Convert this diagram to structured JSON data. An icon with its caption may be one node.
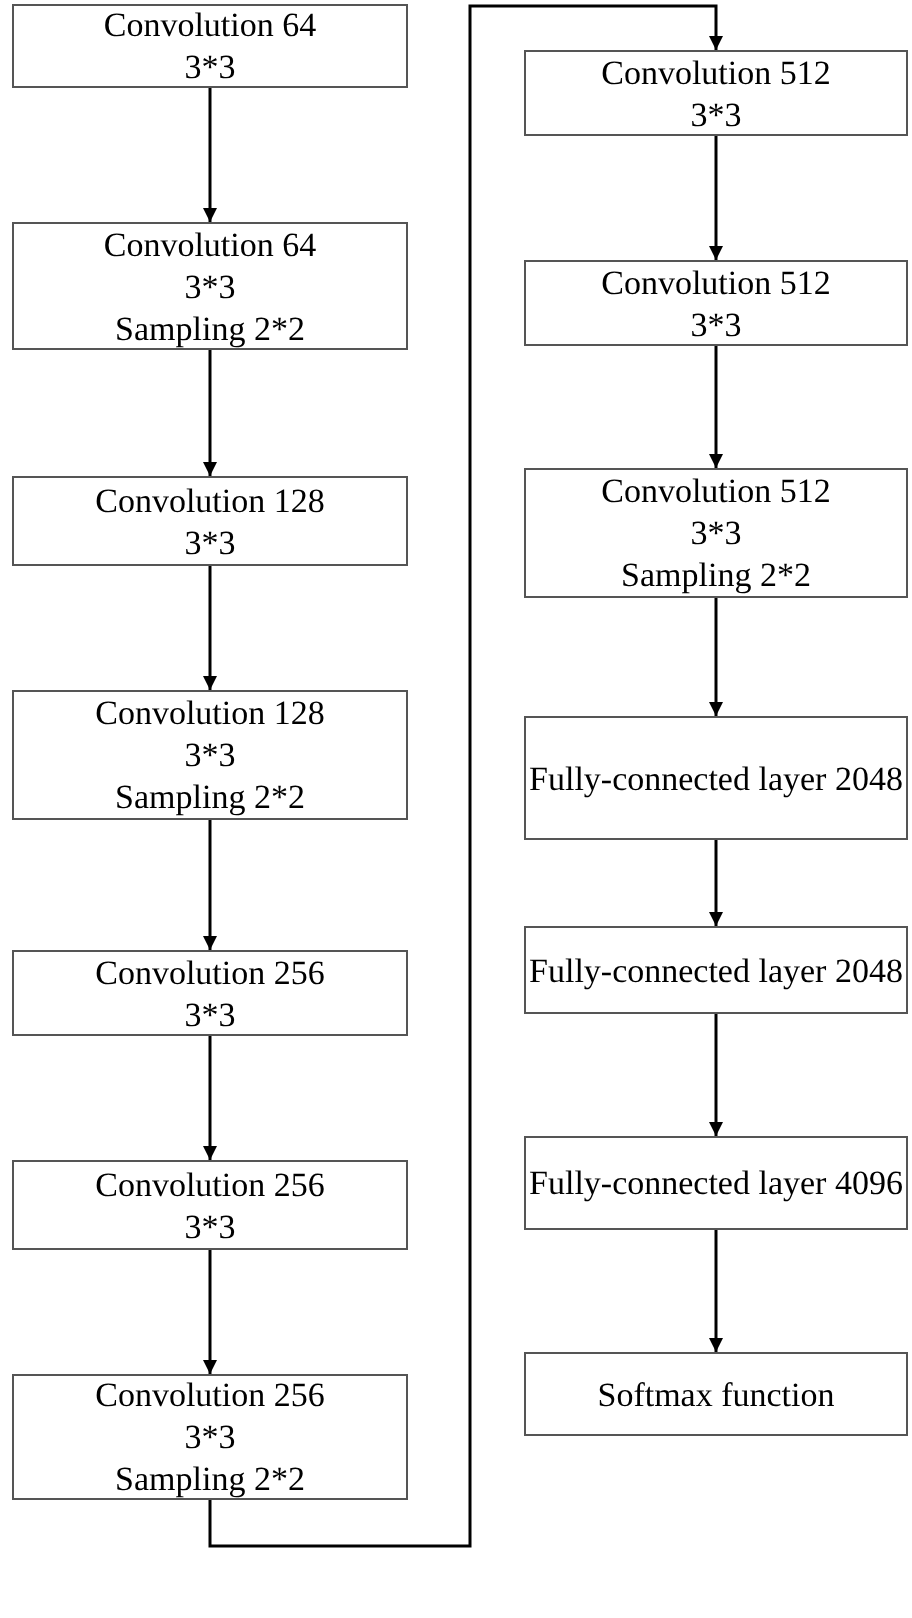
{
  "diagram": {
    "nodes": [
      {
        "text": [
          "Convolution 64",
          "3*3"
        ]
      },
      {
        "text": [
          "Convolution 64",
          "3*3",
          "Sampling 2*2"
        ]
      },
      {
        "text": [
          "Convolution 128",
          "3*3"
        ]
      },
      {
        "text": [
          "Convolution 128",
          "3*3",
          "Sampling 2*2"
        ]
      },
      {
        "text": [
          "Convolution 256",
          "3*3"
        ]
      },
      {
        "text": [
          "Convolution 256",
          "3*3"
        ]
      },
      {
        "text": [
          "Convolution 256",
          "3*3",
          "Sampling 2*2"
        ]
      },
      {
        "text": [
          "Convolution 512",
          "3*3"
        ]
      },
      {
        "text": [
          "Convolution 512",
          "3*3"
        ]
      },
      {
        "text": [
          "Convolution 512",
          "3*3",
          "Sampling 2*2"
        ]
      },
      {
        "text": [
          "Fully-connected layer 2048"
        ]
      },
      {
        "text": [
          "Fully-connected layer 2048"
        ]
      },
      {
        "text": [
          "Fully-connected layer 4096"
        ]
      },
      {
        "text": [
          "Softmax function"
        ]
      }
    ],
    "edges": [
      {
        "from": 0,
        "to": 1,
        "arrow": "to"
      },
      {
        "from": 1,
        "to": 2,
        "arrow": "to"
      },
      {
        "from": 2,
        "to": 3,
        "arrow": "to"
      },
      {
        "from": 3,
        "to": 4,
        "arrow": "to"
      },
      {
        "from": 4,
        "to": 5,
        "arrow": "to"
      },
      {
        "from": 5,
        "to": 6,
        "arrow": "to"
      },
      {
        "from": 6,
        "to": 7,
        "arrow": "to"
      },
      {
        "from": 7,
        "to": 8,
        "arrow": "to"
      },
      {
        "from": 8,
        "to": 9,
        "arrow": "to"
      },
      {
        "from": 9,
        "to": 10,
        "arrow": "to"
      },
      {
        "from": 10,
        "to": 11,
        "arrow": "to"
      },
      {
        "from": 11,
        "to": 12,
        "arrow": "to"
      },
      {
        "from": 12,
        "to": 13,
        "arrow": "to"
      }
    ]
  }
}
